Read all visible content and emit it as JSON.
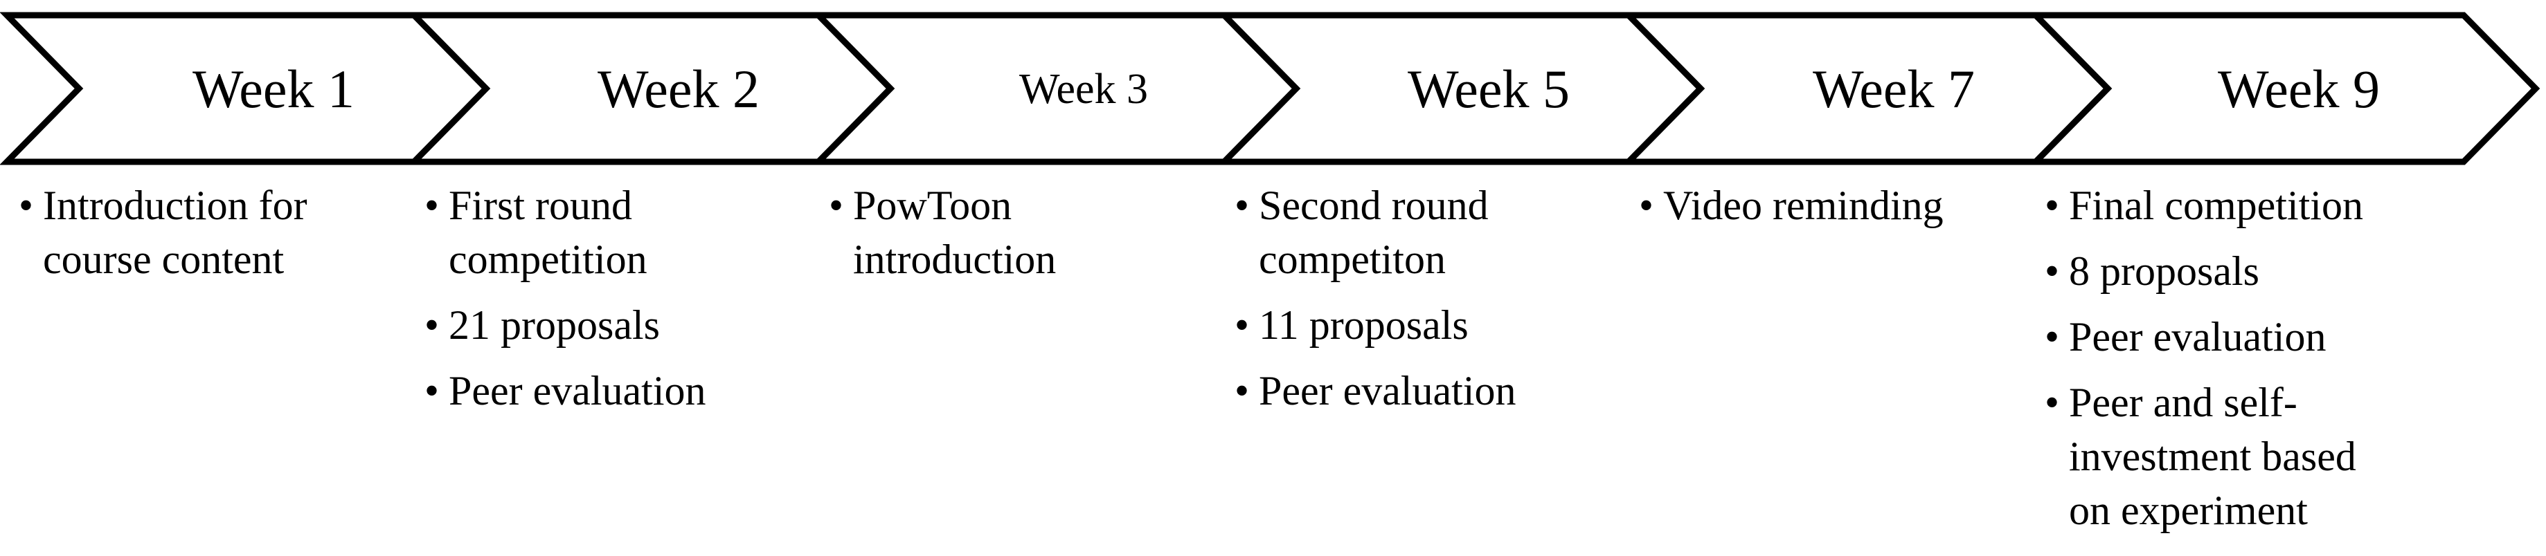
{
  "stages": [
    {
      "label": "Week 1",
      "small": false,
      "items": [
        "Introduction for course content"
      ]
    },
    {
      "label": "Week 2",
      "small": false,
      "items": [
        "First round competition",
        "21 proposals",
        "Peer evaluation"
      ]
    },
    {
      "label": "Week 3",
      "small": true,
      "items": [
        "PowToon introduction"
      ]
    },
    {
      "label": "Week 5",
      "small": false,
      "items": [
        "Second round competiton",
        "11 proposals",
        "Peer evaluation"
      ]
    },
    {
      "label": "Week 7",
      "small": false,
      "items": [
        "Video reminding"
      ]
    },
    {
      "label": "Week 9",
      "small": false,
      "items": [
        "Final competition",
        "8 proposals",
        "Peer evaluation",
        "Peer and self-investment based on experiment"
      ]
    }
  ],
  "colors": {
    "stroke": "#000000",
    "fill": "#ffffff",
    "text": "#000000"
  },
  "bullet_glyph": "•"
}
